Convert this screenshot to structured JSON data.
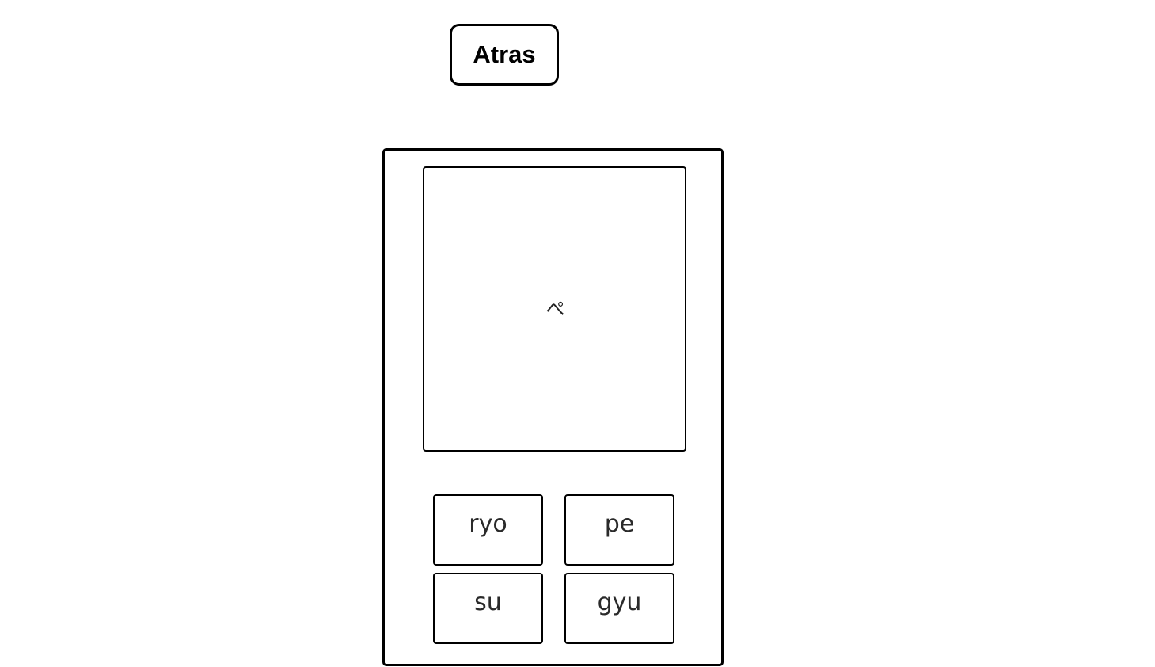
{
  "back_button": {
    "label": "Atras"
  },
  "quiz": {
    "character": "ぺ",
    "options": [
      "ryo",
      "pe",
      "su",
      "gyu"
    ]
  }
}
